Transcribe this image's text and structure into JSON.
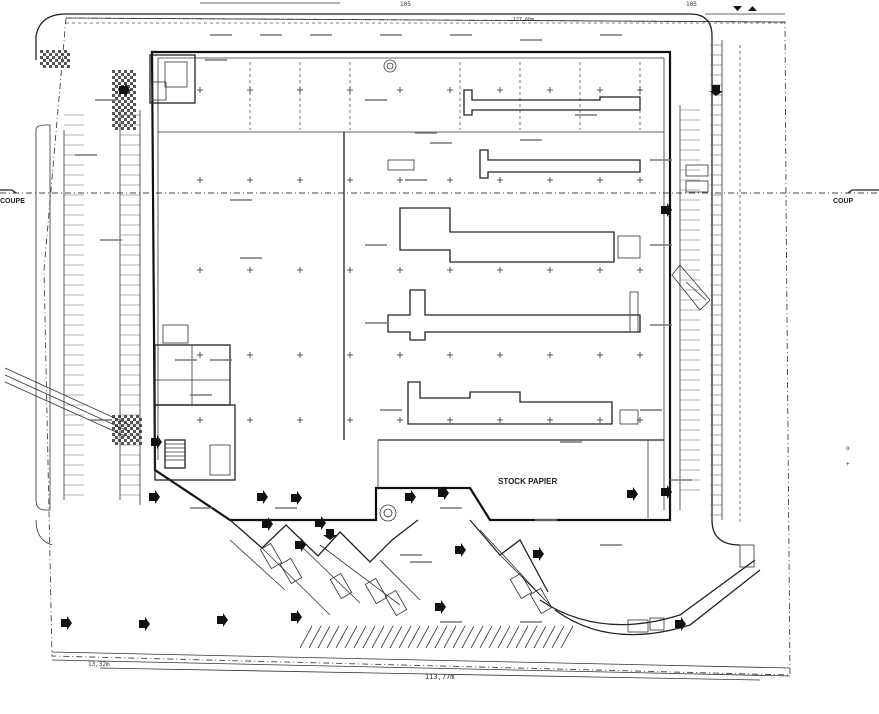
{
  "labels": {
    "stock": "STOCK PAPIER",
    "coupe_left": "COUPE",
    "coupe_right": "COUP",
    "dim_bottom": "113,77m",
    "dim_top": "127,60m",
    "dim_bottom_left": "13,32m",
    "ref_top": "105",
    "ref_top_right": "105"
  }
}
